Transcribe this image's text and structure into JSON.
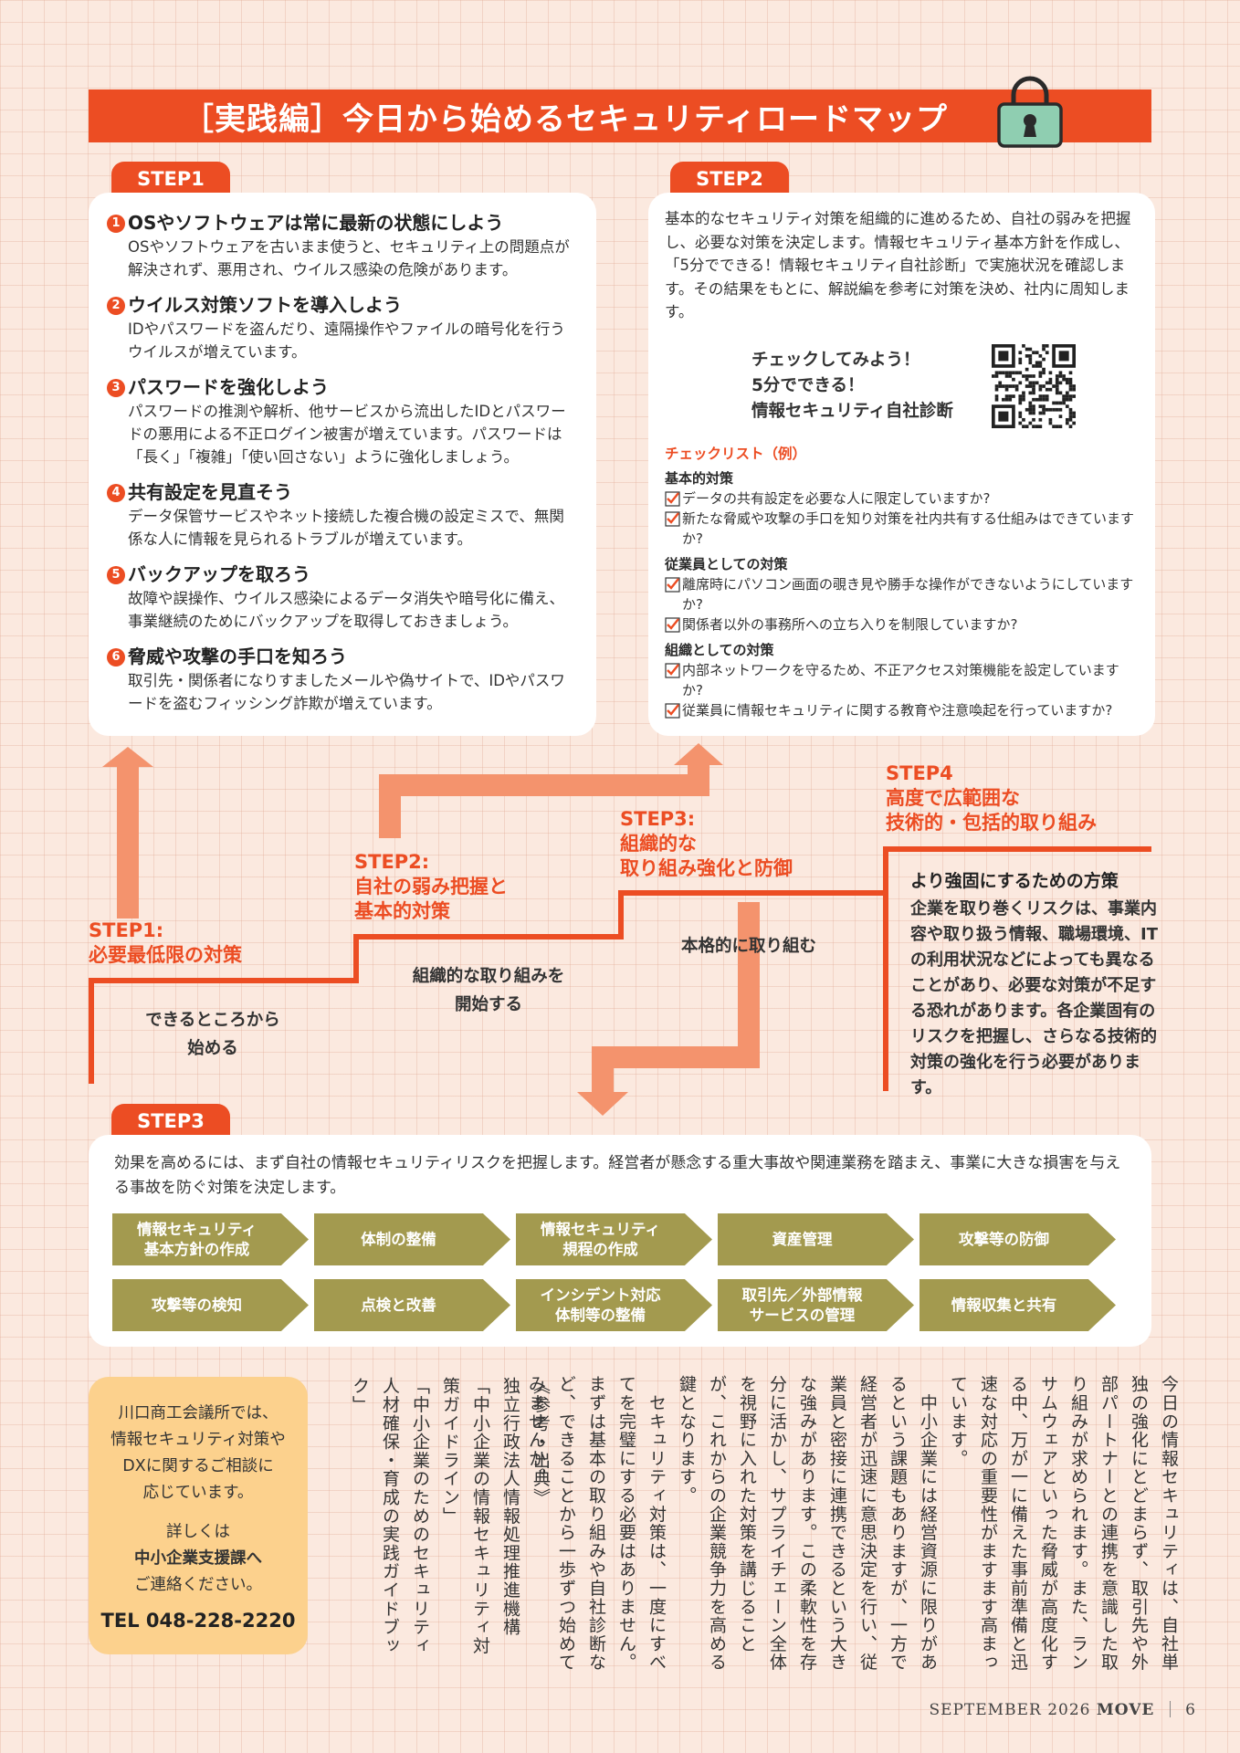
{
  "title": "［実践編］今日から始めるセキュリティロードマップ",
  "step1": {
    "tab": "STEP1",
    "items": [
      {
        "num": "1",
        "heading": "OSやソフトウェアは常に最新の状態にしよう",
        "body": "OSやソフトウェアを古いまま使うと、セキュリティ上の問題点が解決されず、悪用され、ウイルス感染の危険があります。"
      },
      {
        "num": "2",
        "heading": "ウイルス対策ソフトを導入しよう",
        "body": "IDやパスワードを盗んだり、遠隔操作やファイルの暗号化を行うウイルスが増えています。"
      },
      {
        "num": "3",
        "heading": "パスワードを強化しよう",
        "body": "パスワードの推測や解析、他サービスから流出したIDとパスワードの悪用による不正ログイン被害が増えています。パスワードは「長く」「複雑」「使い回さない」ように強化しましょう。"
      },
      {
        "num": "4",
        "heading": "共有設定を見直そう",
        "body": "データ保管サービスやネット接続した複合機の設定ミスで、無関係な人に情報を見られるトラブルが増えています。"
      },
      {
        "num": "5",
        "heading": "バックアップを取ろう",
        "body": "故障や誤操作、ウイルス感染によるデータ消失や暗号化に備え、事業継続のためにバックアップを取得しておきましょう。"
      },
      {
        "num": "6",
        "heading": "脅威や攻撃の手口を知ろう",
        "body": "取引先・関係者になりすましたメールや偽サイトで、IDやパスワードを盗むフィッシング詐欺が増えています。"
      }
    ]
  },
  "step2": {
    "tab": "STEP2",
    "intro": "基本的なセキュリティ対策を組織的に進めるため、自社の弱みを把握し、必要な対策を決定します。情報セキュリティ基本方針を作成し、「5分でできる！情報セキュリティ自社診断」で実施状況を確認します。その結果をもとに、解説編を参考に対策を決め、社内に周知します。",
    "qr_lines": [
      "チェックしてみよう！",
      "5分でできる！",
      "情報セキュリティ自社診断"
    ],
    "checklist_title": "チェックリスト（例）",
    "groups": [
      {
        "name": "基本的対策",
        "items": [
          "データの共有設定を必要な人に限定していますか?",
          "新たな脅威や攻撃の手口を知り対策を社内共有する仕組みはできていますか?"
        ]
      },
      {
        "name": "従業員としての対策",
        "items": [
          "離席時にパソコン画面の覗き見や勝手な操作ができないようにしていますか?",
          "関係者以外の事務所への立ち入りを制限していますか?"
        ]
      },
      {
        "name": "組織としての対策",
        "items": [
          "内部ネットワークを守るため、不正アクセス対策機能を設定していますか?",
          "従業員に情報セキュリティに関する教育や注意喚起を行っていますか?"
        ]
      }
    ]
  },
  "stairs": {
    "s1_label_1": "STEP1:",
    "s1_label_2": "必要最低限の対策",
    "s1_sub": "できるところから\n始める",
    "s2_label_1": "STEP2:",
    "s2_label_2": "自社の弱み把握と",
    "s2_label_3": "基本的対策",
    "s2_sub": "組織的な取り組みを\n開始する",
    "s3_label_1": "STEP3:",
    "s3_label_2": "組織的な",
    "s3_label_3": "取り組み強化と防御",
    "s3_sub": "本格的に取り組む",
    "s4_label_1": "STEP4",
    "s4_label_2": "高度で広範囲な",
    "s4_label_3": "技術的・包括的取り組み",
    "s4_box_title": "より強固にするための方策",
    "s4_box_body": "企業を取り巻くリスクは、事業内容や取り扱う情報、職場環境、ITの利用状況などによっても異なることがあり、必要な対策が不足する恐れがあります。各企業固有のリスクを把握し、さらなる技術的対策の強化を行う必要があります。"
  },
  "step3": {
    "tab": "STEP3",
    "intro": "効果を高めるには、まず自社の情報セキュリティリスクを把握します。経営者が懸念する重大事故や関連業務を踏まえ、事業に大きな損害を与える事故を防ぐ対策を決定します。",
    "row1": [
      "情報セキュリティ\n基本方針の作成",
      "体制の整備",
      "情報セキュリティ\n規程の作成",
      "資産管理",
      "攻撃等の防御"
    ],
    "row2": [
      "攻撃等の検知",
      "点検と改善",
      "インシデント対応\n体制等の整備",
      "取引先／外部情報\nサービスの管理",
      "情報収集と共有"
    ]
  },
  "contact": {
    "line1": "川口商工会議所では、",
    "line2": "情報セキュリティ対策や",
    "line3": "DXに関するご相談に",
    "line4": "応じています。",
    "line5": "詳しくは",
    "line6": "中小企業支援課へ",
    "line7": "ご連絡ください。",
    "tel": "TEL 048-228-2220"
  },
  "article": "今日の情報セキュリティは、自社単独の強化にとどまらず、取引先や外部パートナーとの連携を意識した取り組みが求められます。また、ランサムウェアといった脅威が高度化する中、万が一に備えた事前準備と迅速な対応の重要性がますます高まっています。\n　中小企業には経営資源に限りがあるという課題もありますが、一方で経営者が迅速に意思決定を行い、従業員と密接に連携できるという大きな強みがあります。この柔軟性を存分に活かし、サプライチェーン全体を視野に入れた対策を講じることが、これからの企業競争力を高める鍵となります。\n　セキュリティ対策は、一度にすべてを完璧にする必要はありません。まずは基本の取り組みや自社診断など、できることから一歩ずつ始めてみませんか。",
  "references": "《参考・出典》\n独立行政法人情報処理推進機構\n「中小企業の情報セキュリティ対策ガイドライン」\n「中小企業のためのセキュリティ人材確保・育成の実践ガイドブック」",
  "footer": {
    "month": "SEPTEMBER 2026",
    "mag": "MOVE",
    "page": "6"
  },
  "colors": {
    "accent": "#ec4d23",
    "arrow": "#f4936d",
    "chevron": "#a39a4f",
    "contact_bg": "#fcd18d"
  }
}
